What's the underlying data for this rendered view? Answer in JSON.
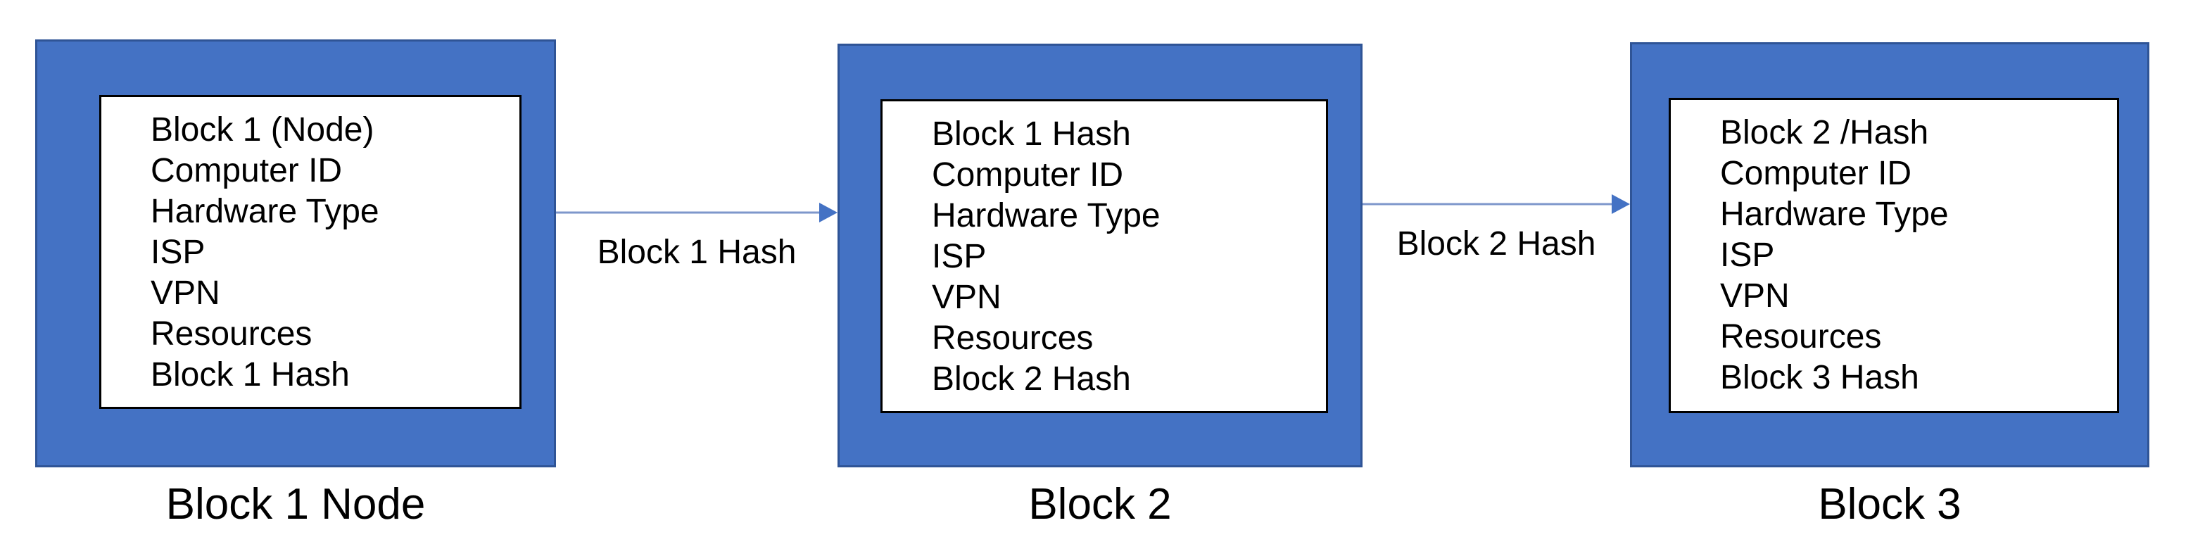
{
  "diagram": {
    "title": "blockchain-blocks-diagram",
    "blocks": [
      {
        "caption": "Block 1 Node",
        "fields": [
          "Block 1 (Node)",
          "Computer ID",
          "Hardware Type",
          "ISP",
          "VPN",
          "Resources",
          "Block 1 Hash"
        ]
      },
      {
        "caption": "Block 2",
        "fields": [
          "Block 1 Hash",
          "Computer ID",
          "Hardware Type",
          "ISP",
          "VPN",
          "Resources",
          "Block 2 Hash"
        ]
      },
      {
        "caption": "Block 3",
        "fields": [
          "Block 2 /Hash",
          "Computer ID",
          "Hardware Type",
          "ISP",
          "VPN",
          "Resources",
          "Block 3 Hash"
        ]
      }
    ],
    "arrows": [
      {
        "label": "Block 1 Hash",
        "direction": "right"
      },
      {
        "label": "Block 2 Hash",
        "direction": "right"
      }
    ],
    "colors": {
      "background": "#FFFFFF",
      "block_fill": "#4472C4",
      "block_border": "#2F5496",
      "inner_fill": "#FFFFFF",
      "inner_border": "#000000",
      "arrow_line": "#7E97CB",
      "arrow_head": "#4472C4",
      "text": "#000000"
    }
  }
}
